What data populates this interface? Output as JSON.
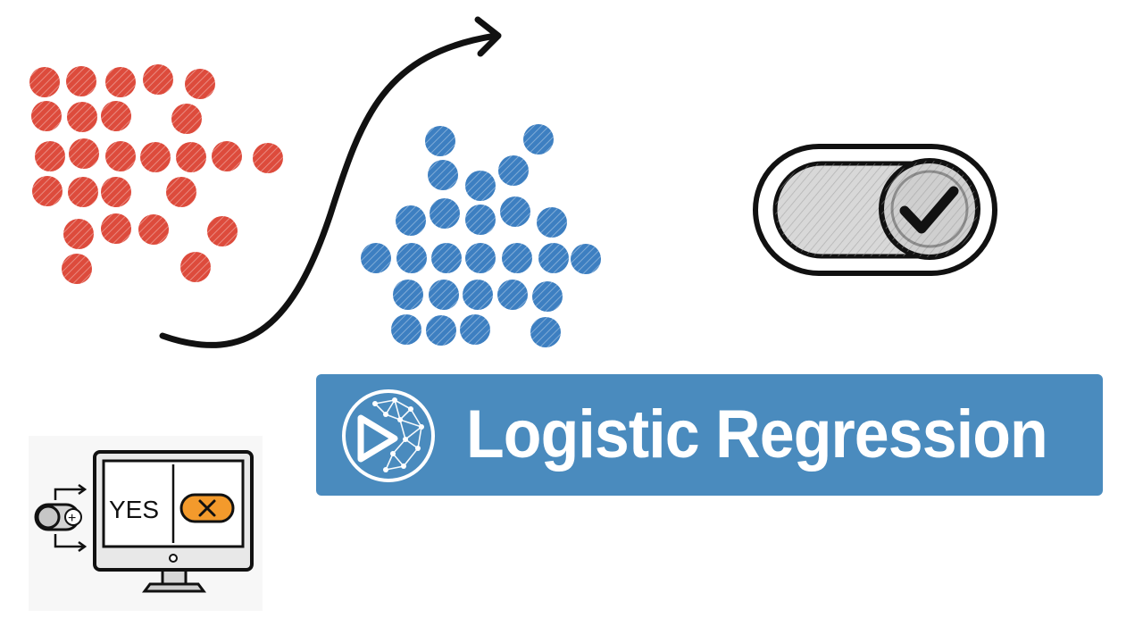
{
  "banner": {
    "title": "Logistic Regression"
  },
  "monitor": {
    "yes_label": "YES",
    "plus_symbol": "+"
  },
  "icons": {
    "arrow": "s-curve-arrow-icon",
    "toggle": "toggle-switch-check-icon",
    "monitor": "monitor-yes-no-icon",
    "logo": "neural-network-play-logo"
  },
  "colors": {
    "red_dot": "#dd4b3c",
    "blue_dot": "#3d7fc1",
    "banner": "#4a8bbe",
    "accent_orange": "#f39a2c"
  }
}
